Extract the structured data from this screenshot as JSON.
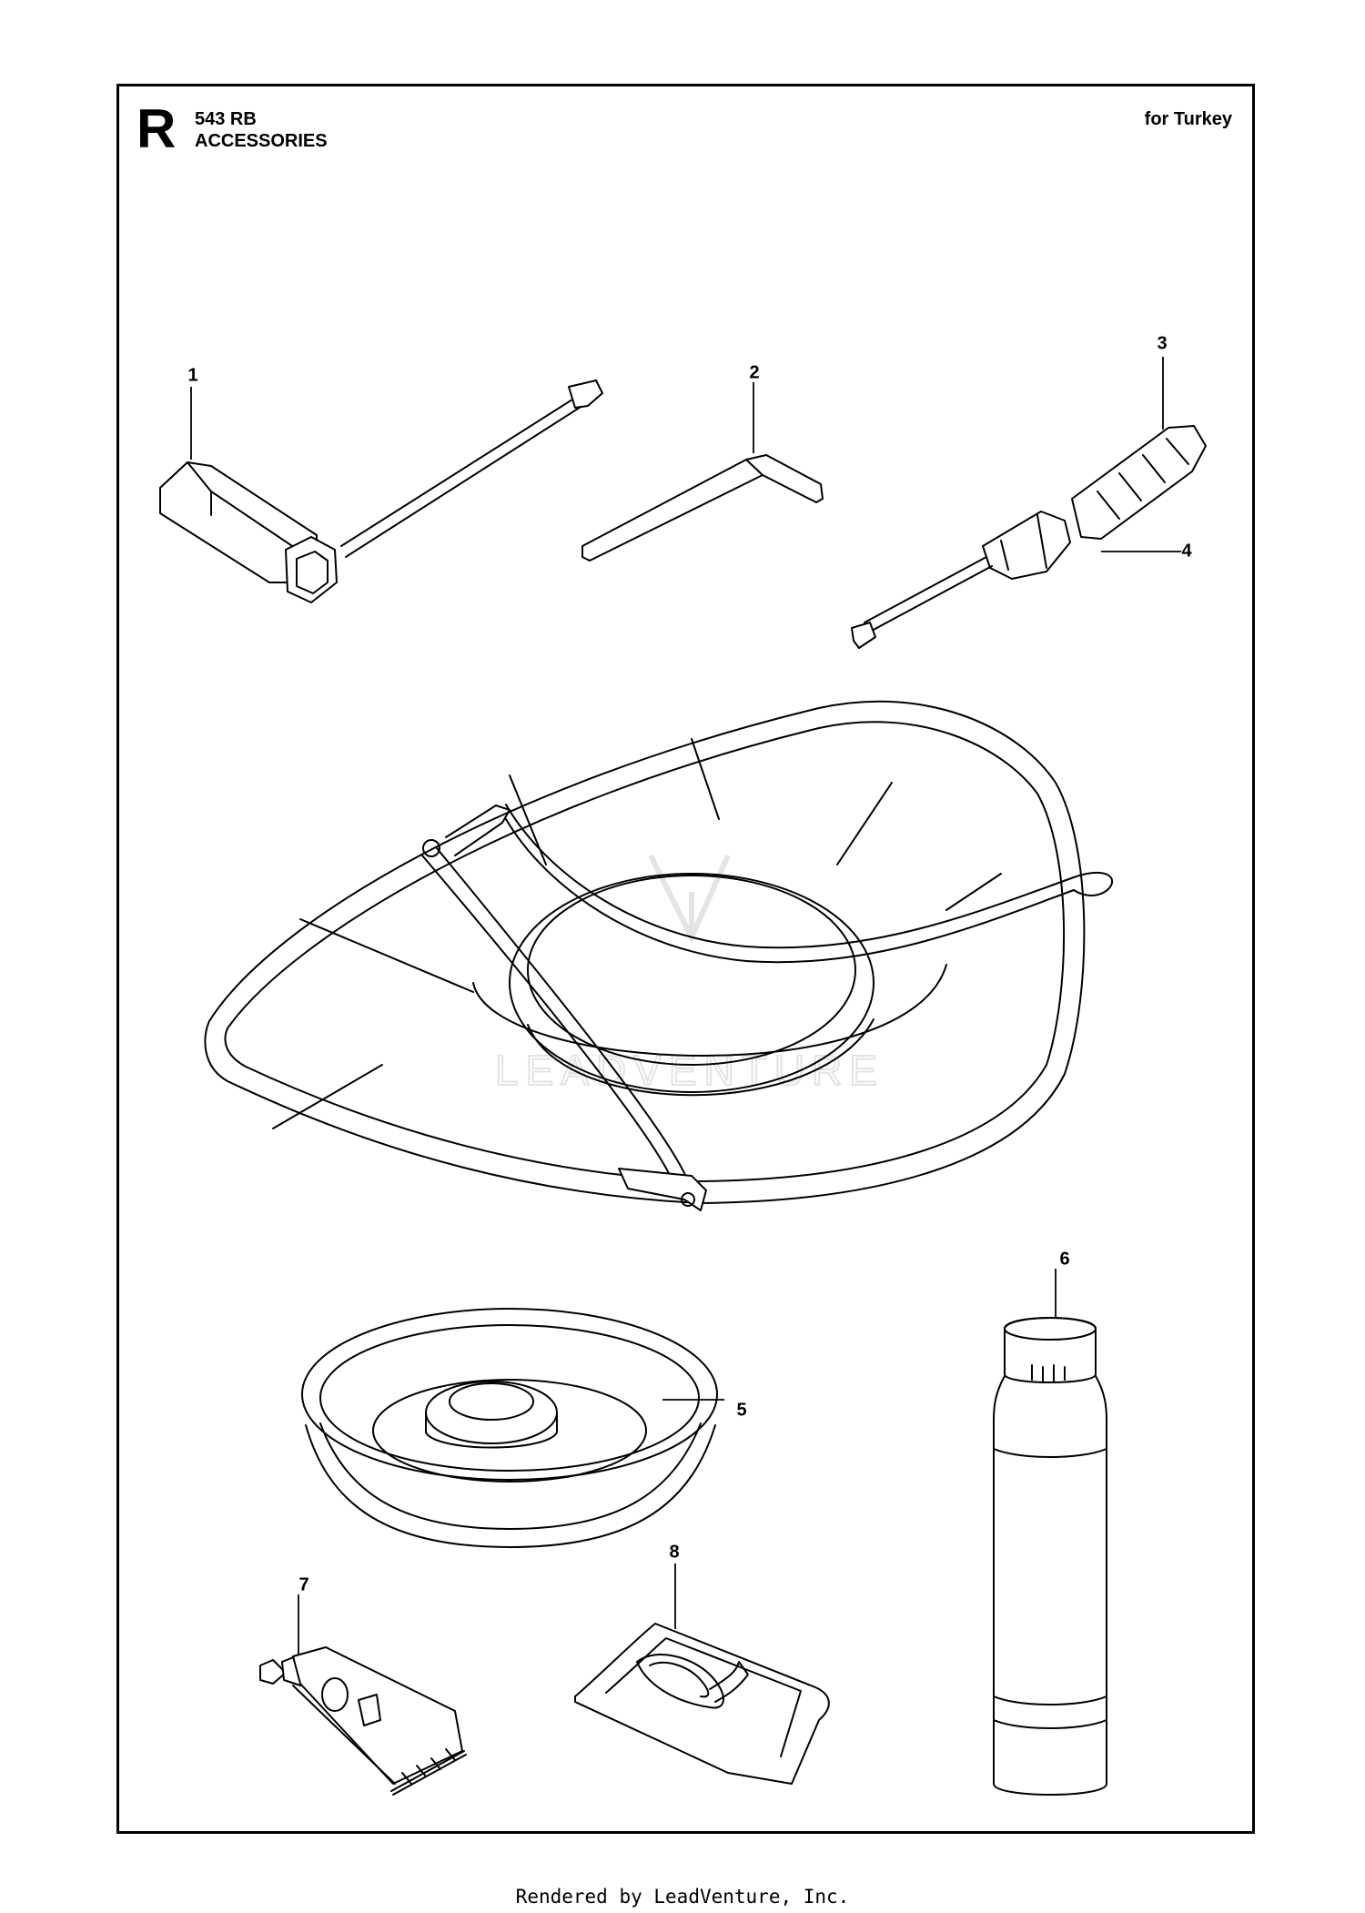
{
  "header": {
    "section_letter": "R",
    "model": "543 RB",
    "title": "ACCESSORIES",
    "region": "for Turkey"
  },
  "parts": [
    {
      "number": "1",
      "icon": "combination-spanner-icon"
    },
    {
      "number": "2",
      "icon": "hex-key-icon"
    },
    {
      "number": "3",
      "icon": "screwdriver-icon"
    },
    {
      "number": "4",
      "icon": "blade-guard-icon"
    },
    {
      "number": "5",
      "icon": "support-cup-icon"
    },
    {
      "number": "6",
      "icon": "oil-bottle-icon"
    },
    {
      "number": "7",
      "icon": "grease-tube-icon"
    },
    {
      "number": "8",
      "icon": "parts-bag-icon"
    }
  ],
  "watermark": {
    "text": "LEADVENTURE"
  },
  "footer": {
    "text": "Rendered by LeadVenture, Inc."
  }
}
